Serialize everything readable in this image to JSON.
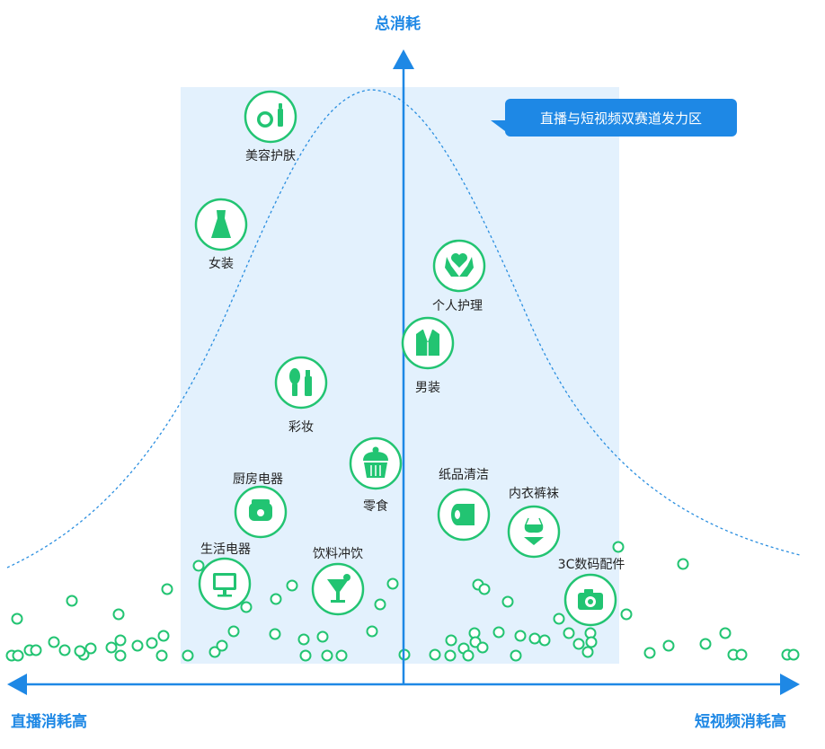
{
  "axes": {
    "y_title": "总消耗",
    "x_left_title": "直播消耗高",
    "x_right_title": "短视频消耗高"
  },
  "callout": {
    "text": "直播与短视频双赛道发力区"
  },
  "colors": {
    "accent": "#1E88E5",
    "node": "#22C472",
    "zone": "#E3F1FD",
    "curve": "#2B8FE0"
  },
  "categories": [
    {
      "label": "美容护肤",
      "icon": "compact-lipstick-icon"
    },
    {
      "label": "女装",
      "icon": "dress-icon"
    },
    {
      "label": "个人护理",
      "icon": "heart-hands-icon"
    },
    {
      "label": "男装",
      "icon": "suit-icon"
    },
    {
      "label": "彩妆",
      "icon": "makeup-brush-icon"
    },
    {
      "label": "零食",
      "icon": "cupcake-icon"
    },
    {
      "label": "厨房电器",
      "icon": "rice-cooker-icon"
    },
    {
      "label": "纸品清洁",
      "icon": "tissue-roll-icon"
    },
    {
      "label": "内衣裤袜",
      "icon": "bra-icon"
    },
    {
      "label": "生活电器",
      "icon": "monitor-icon"
    },
    {
      "label": "饮料冲饮",
      "icon": "cocktail-icon"
    },
    {
      "label": "3C数码配件",
      "icon": "camera-icon"
    }
  ]
}
